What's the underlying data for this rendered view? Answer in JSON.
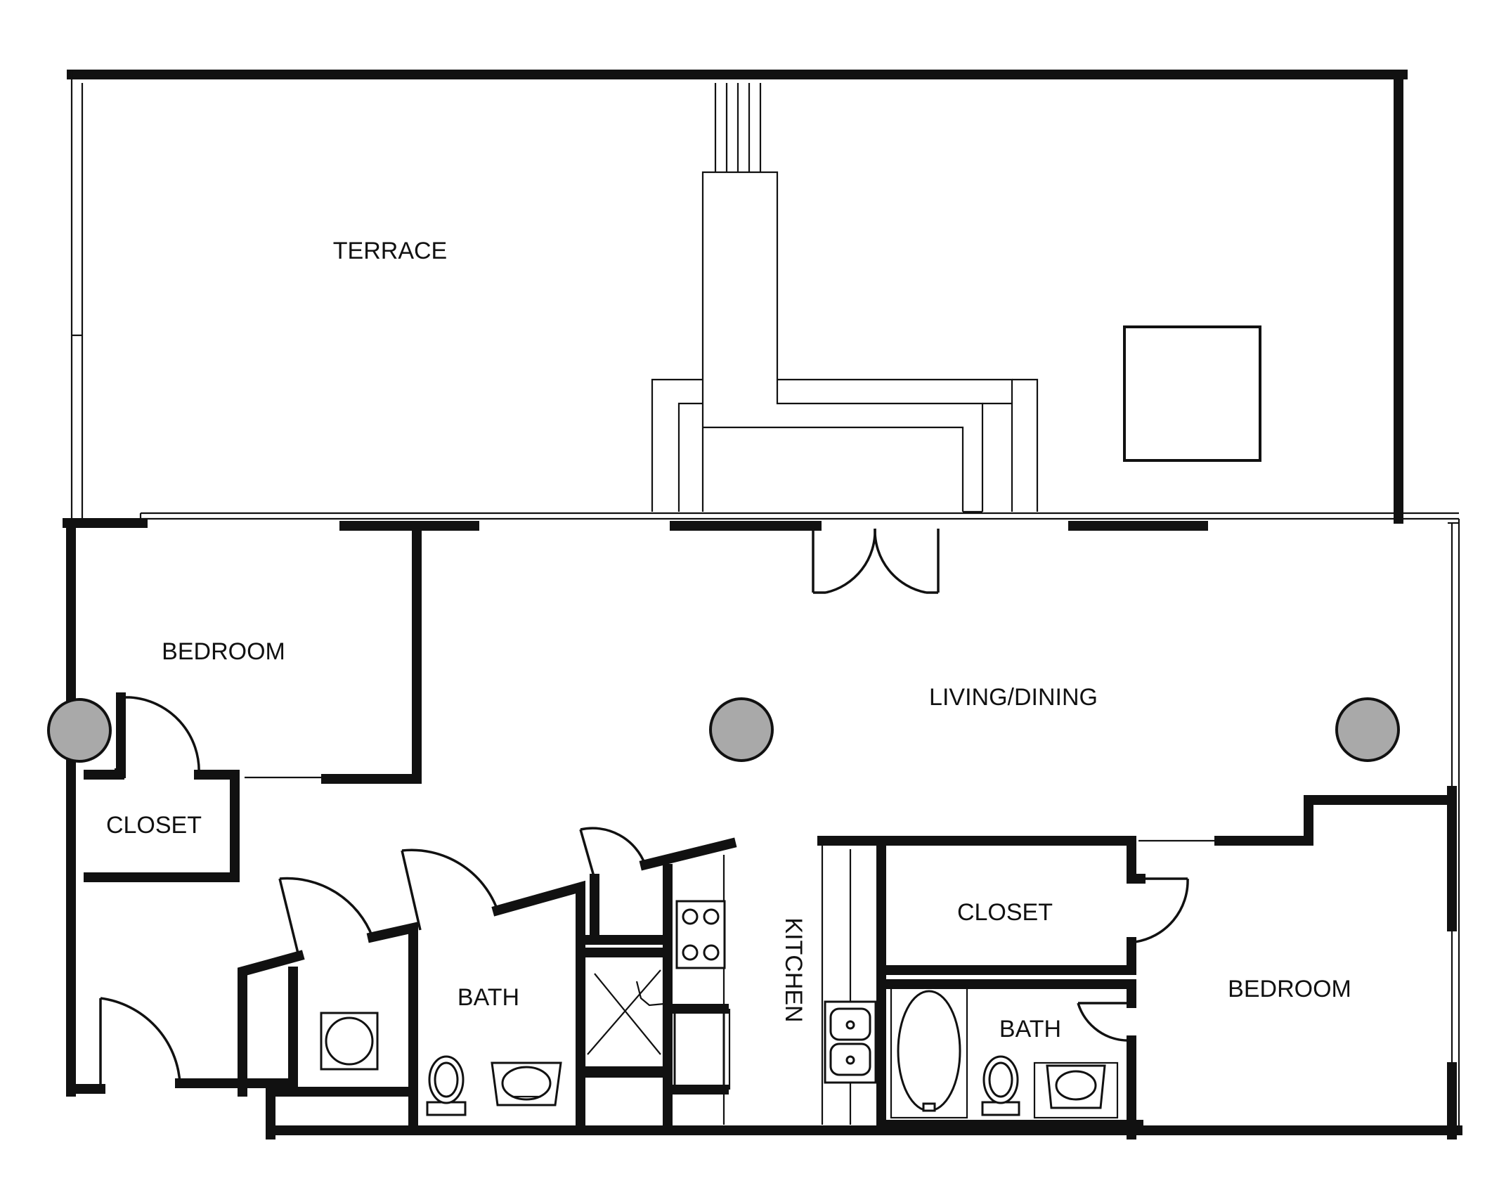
{
  "rooms": {
    "terrace": "TERRACE",
    "bedroom_left": "BEDROOM",
    "closet_left": "CLOSET",
    "living_dining": "LIVING/DINING",
    "bath_left": "BATH",
    "kitchen": "KITCHEN",
    "closet_right": "CLOSET",
    "bath_right": "BATH",
    "bedroom_right": "BEDROOM"
  },
  "colors": {
    "wall": "#111111",
    "column_fill": "#a9a9a9",
    "background": "#ffffff"
  },
  "icons": [
    "column-icon",
    "door-icon",
    "toilet-icon",
    "sink-icon",
    "bathtub-icon",
    "stove-icon",
    "shower-icon",
    "washer-icon",
    "double-sink-icon"
  ]
}
